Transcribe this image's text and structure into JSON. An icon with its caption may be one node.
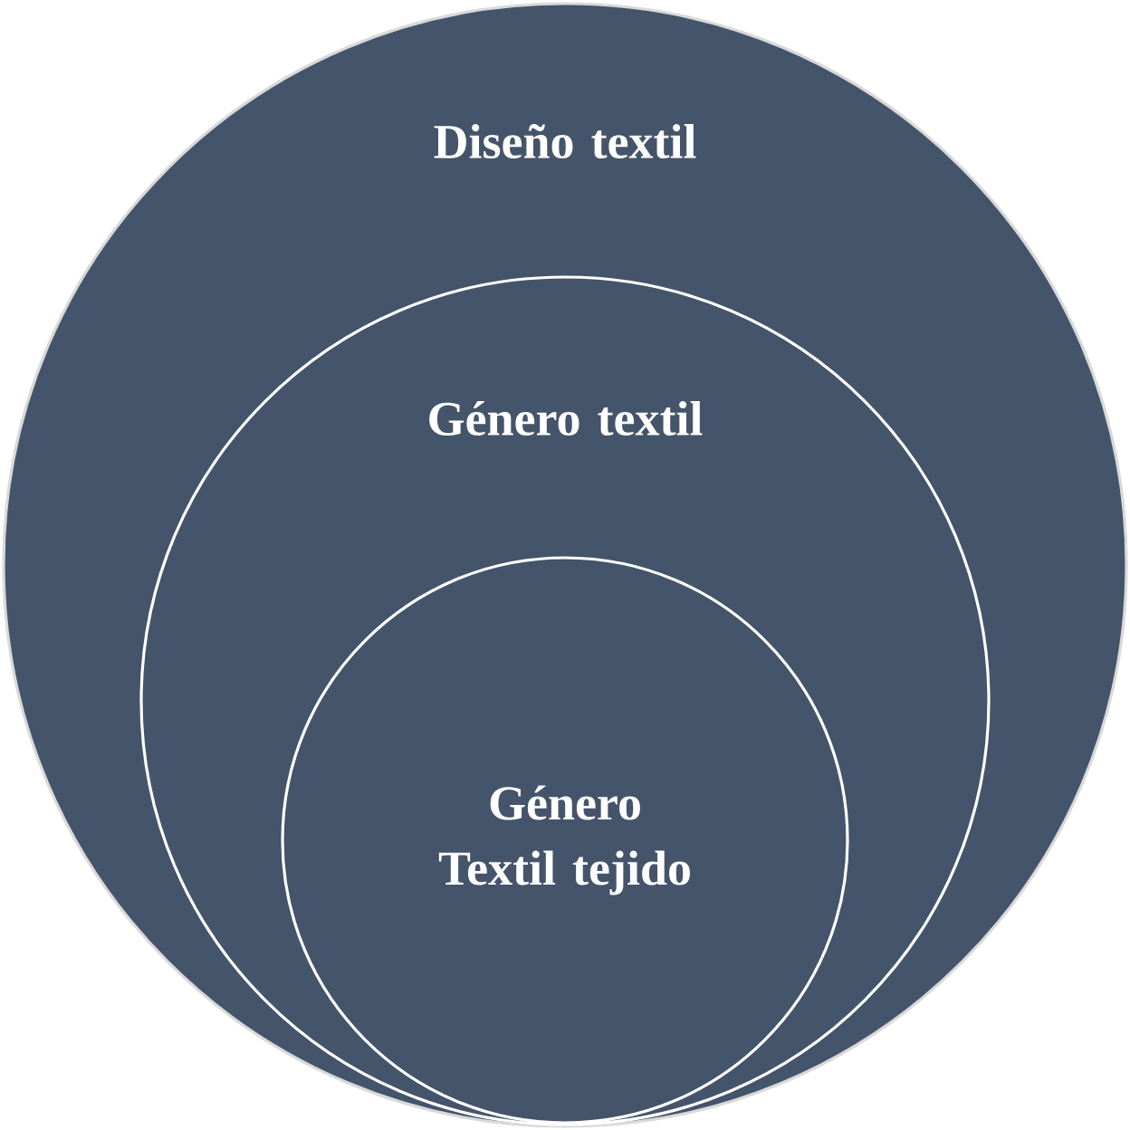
{
  "diagram": {
    "nodes": [
      {
        "text": [
          "Diseño textil"
        ]
      },
      {
        "text": [
          "Género textil"
        ],
        "in": 0
      },
      {
        "text": [
          "Género Textil tejido"
        ],
        "in": 1
      }
    ]
  }
}
